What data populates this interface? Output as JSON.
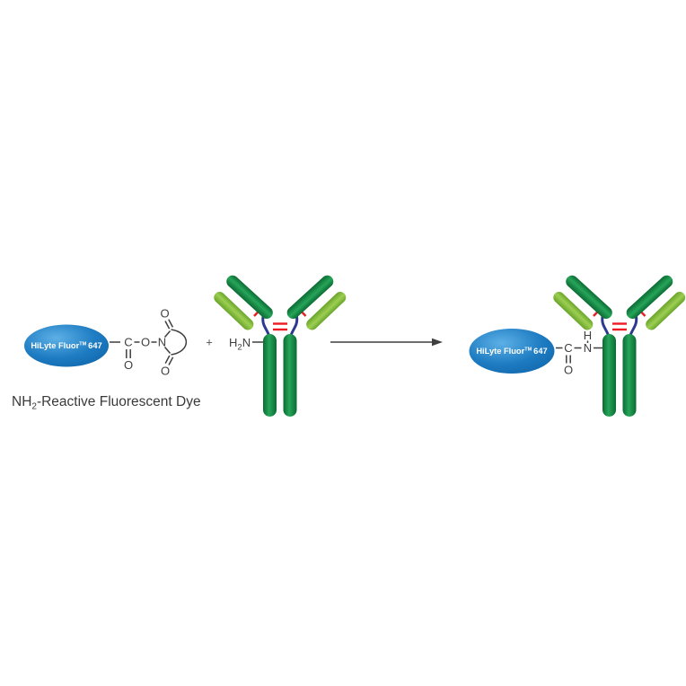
{
  "diagram": {
    "description": "NHS-ester amine-reactive fluorescent dye labeling of an antibody",
    "caption": {
      "prefix": "NH",
      "sub": "2",
      "rest": "-Reactive Fluorescent Dye"
    },
    "dye": {
      "label_main": "HiLyte Fluor",
      "label_tm": "TM",
      "label_num": "647"
    },
    "plus_sign": "+",
    "amine_group": {
      "h": "H",
      "sub": "2",
      "n": "N"
    },
    "nhs_ester": {
      "c": "C",
      "o_carbonyl": "O",
      "o_bridge": "O",
      "n_ring": "N",
      "o_ring_top": "O",
      "o_ring_bottom": "O"
    },
    "amide_link": {
      "c": "C",
      "o": "O",
      "n": "N",
      "h": "H"
    },
    "colors": {
      "dye_blue_light": "#5db0e6",
      "dye_blue_mid": "#1e7cc2",
      "dye_blue_dark": "#0f64a9",
      "heavy_chain_edge": "#0c6b33",
      "heavy_chain_mid": "#26a55a",
      "light_chain_edge": "#6aa42c",
      "light_chain_mid": "#9ccf52",
      "hinge_blue": "#2b3a8f",
      "disulfide_red": "#ed1c24",
      "structure_gray": "#3f3f3f"
    }
  }
}
